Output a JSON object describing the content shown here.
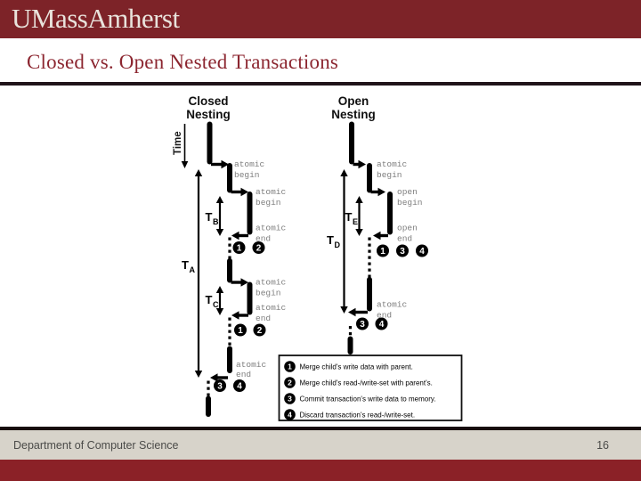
{
  "slide": {
    "logo": "UMassAmherst",
    "title": "Closed vs. Open Nested Transactions",
    "footer_left": "Department of Computer Science",
    "page_number": "16"
  },
  "colors": {
    "header_maroon": "#7d2328",
    "bottom_maroon": "#8b2127",
    "title_text": "#8c2630",
    "footer_band": "#d7d3ca",
    "diagram_label_gray": "#7e7e7e"
  },
  "diagram": {
    "time_label": "Time",
    "t_prefix": "T",
    "strings": {
      "atomic": "atomic",
      "begin": "begin",
      "end": "end",
      "open": "open"
    },
    "closed": {
      "title_line1": "Closed",
      "title_line2": "Nesting",
      "t_subs": {
        "outer": "A",
        "first": "B",
        "second": "C"
      },
      "badge_groups": [
        [
          "1",
          "2"
        ],
        [
          "1",
          "2"
        ],
        [
          "3",
          "4"
        ]
      ]
    },
    "open": {
      "title_line1": "Open",
      "title_line2": "Nesting",
      "t_subs": {
        "outer": "D",
        "first": "E"
      },
      "badge_groups": [
        [
          "1",
          "3",
          "4"
        ],
        [
          "3",
          "4"
        ]
      ]
    }
  },
  "legend": {
    "items": [
      {
        "badge": "1",
        "text": "Merge child's write data with parent."
      },
      {
        "badge": "2",
        "text": "Merge child's read-/write-set with parent's."
      },
      {
        "badge": "3",
        "text": "Commit transaction's write data to memory."
      },
      {
        "badge": "4",
        "text": "Discard transaction's read-/write-set."
      }
    ]
  }
}
